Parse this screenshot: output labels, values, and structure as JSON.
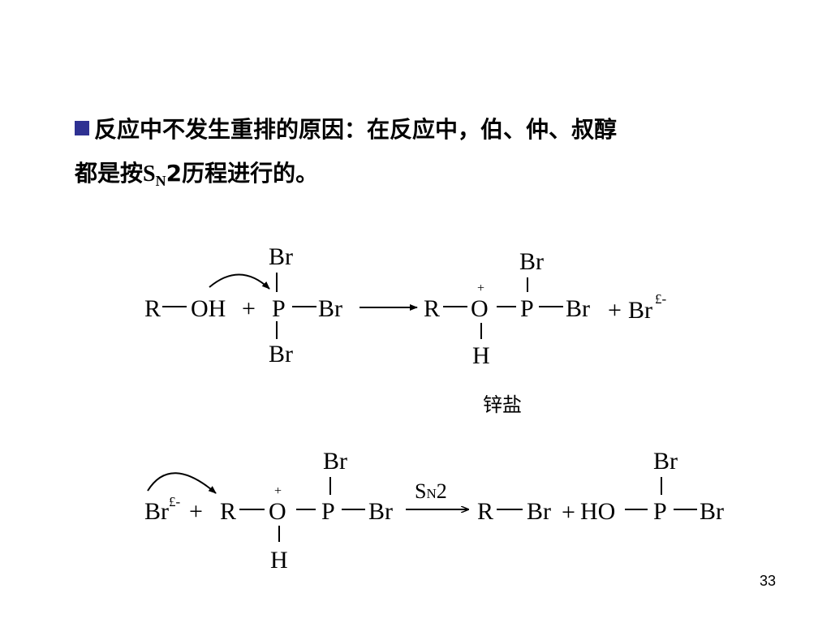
{
  "statement": {
    "line1": "反应中不发生重排的原因：在反应中，伯、仲、叔醇",
    "line2_pre": "都是按",
    "line2_s": "S",
    "line2_sub": "N",
    "line2_post": "2历程进行的。"
  },
  "reaction1": {
    "reactant_R": "R",
    "reactant_OH": "OH",
    "plus": "+",
    "pbr3_P": "P",
    "pbr3_Br_top": "Br",
    "pbr3_Br_right": "Br",
    "pbr3_Br_bottom": "Br",
    "product_R": "R",
    "product_O": "O",
    "product_charge": "+",
    "product_H": "H",
    "product_P": "P",
    "product_Br_top": "Br",
    "product_Br_right": "Br",
    "plus2": "+",
    "byproduct_Br": "Br",
    "byproduct_charge": "£-",
    "product_name": "锌盐"
  },
  "reaction2": {
    "br_ion": "Br",
    "br_ion_charge": "£-",
    "plus": "+",
    "R": "R",
    "O": "O",
    "O_charge": "+",
    "H": "H",
    "P": "P",
    "Br_top": "Br",
    "Br_right": "Br",
    "arrow_label_S": "S",
    "arrow_label_sub": "N",
    "arrow_label_post": "2",
    "product_R": "R",
    "product_Br": "Br",
    "plus2": "+",
    "HO": "HO",
    "product_P": "P",
    "product_Br_top": "Br",
    "product_Br_right": "Br"
  },
  "page_number": "33",
  "colors": {
    "bullet": "#2E3192",
    "text": "#000000",
    "background": "#FFFFFF"
  }
}
